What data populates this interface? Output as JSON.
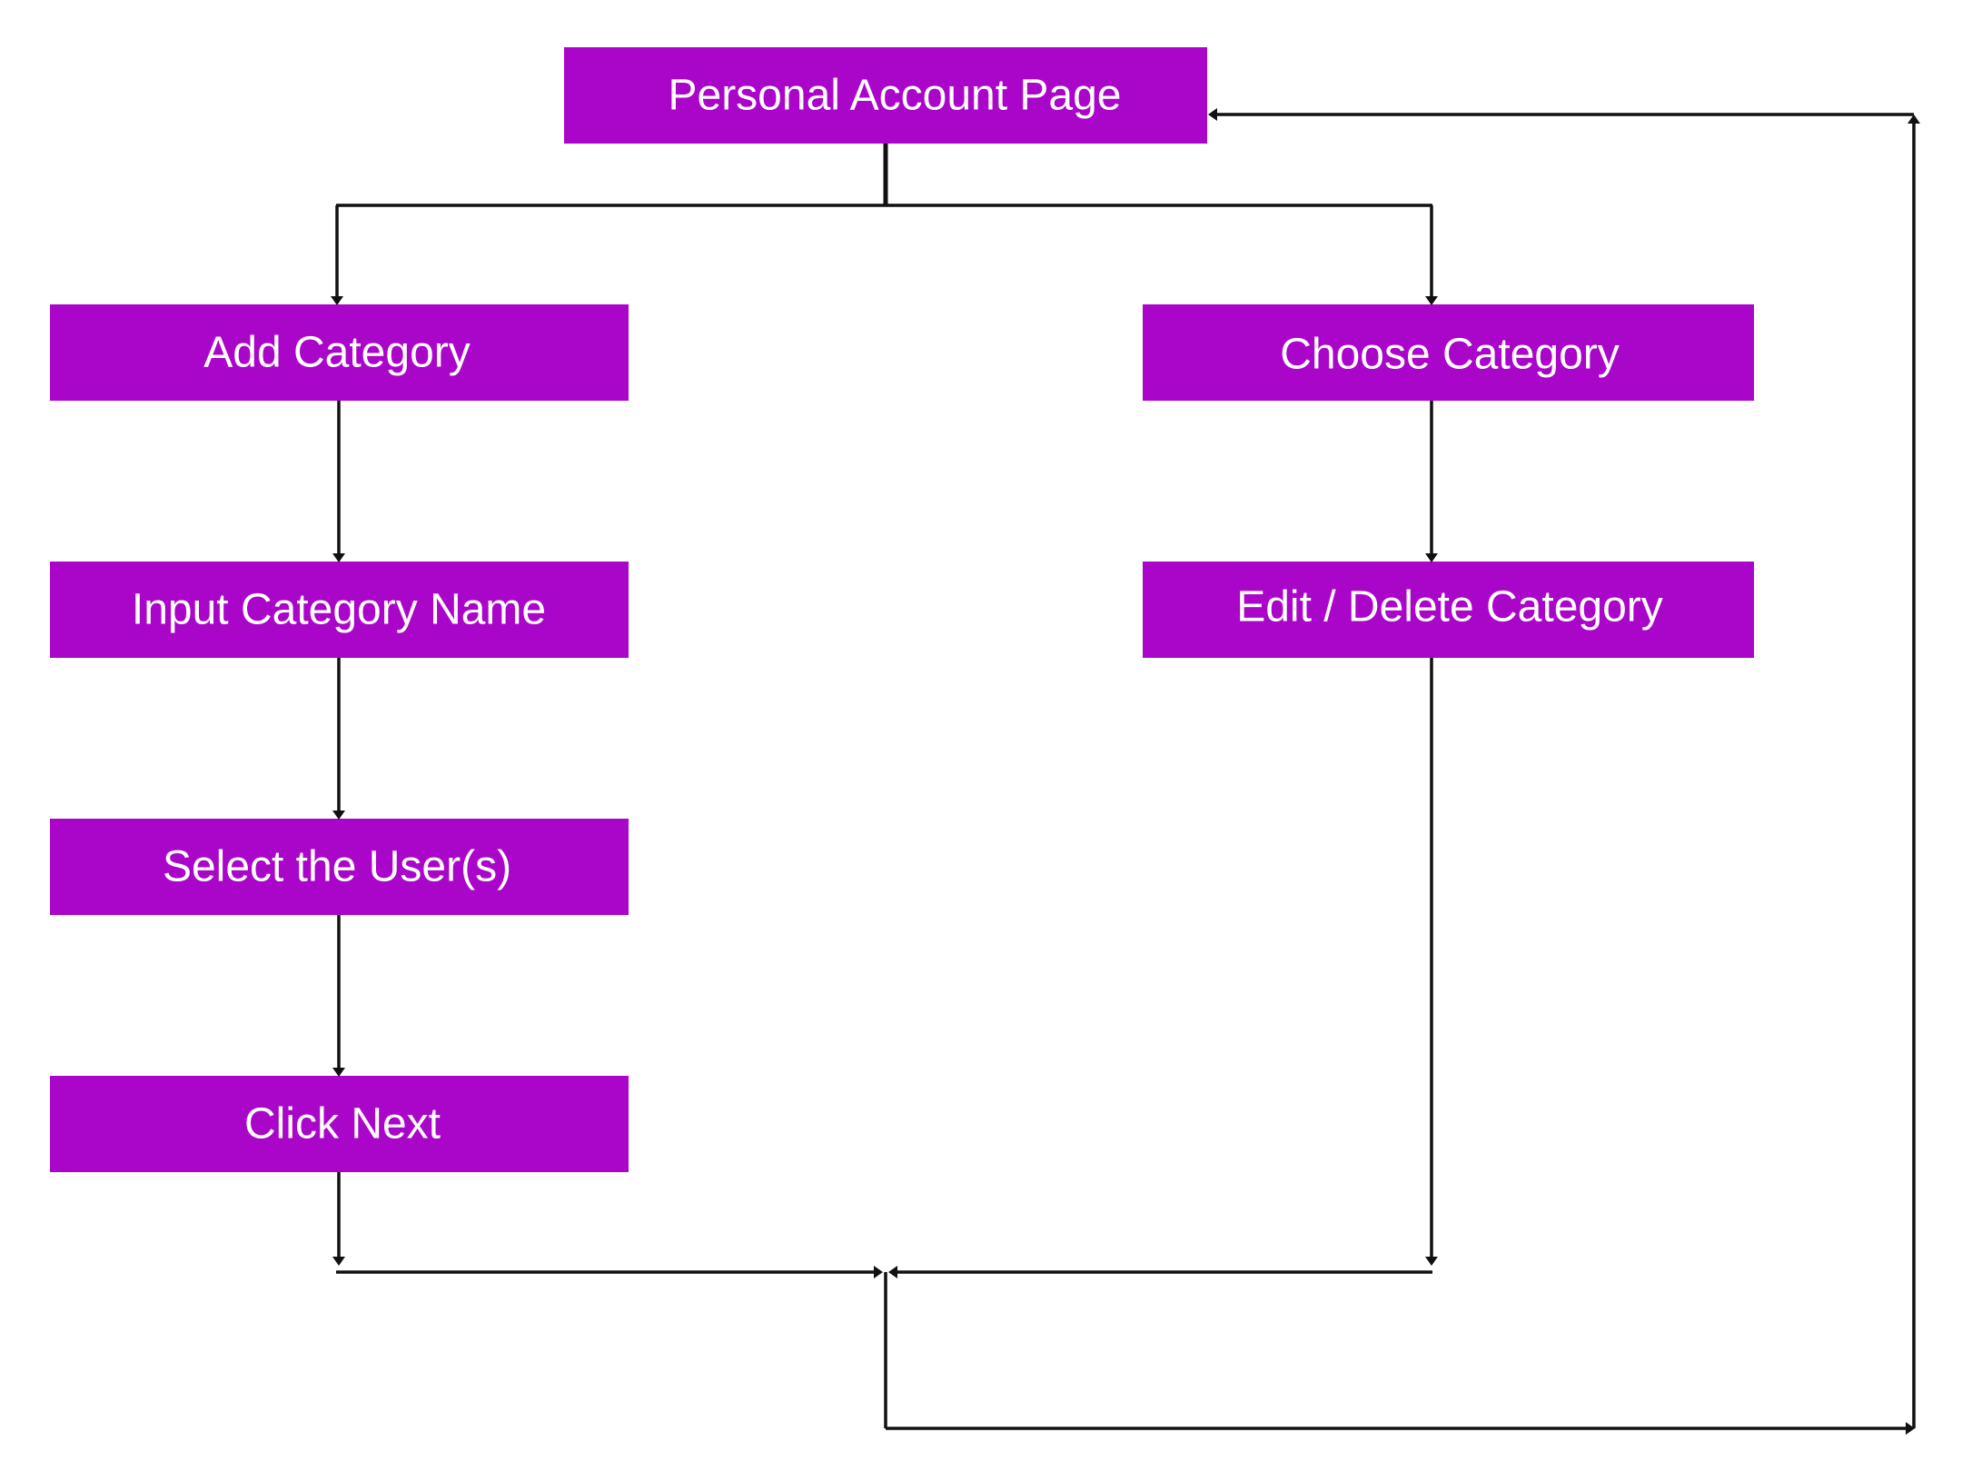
{
  "colors": {
    "box_fill": "#aa06c9",
    "box_text": "#ffffff",
    "line": "#111111",
    "background": "#ffffff"
  },
  "nodes": {
    "personal_account_page": "Personal Account Page",
    "add_category": "Add Category",
    "input_category_name": "Input Category Name",
    "select_users": "Select the User(s)",
    "click_next": "Click Next",
    "choose_category": "Choose Category",
    "edit_delete_category": "Edit / Delete Category"
  }
}
